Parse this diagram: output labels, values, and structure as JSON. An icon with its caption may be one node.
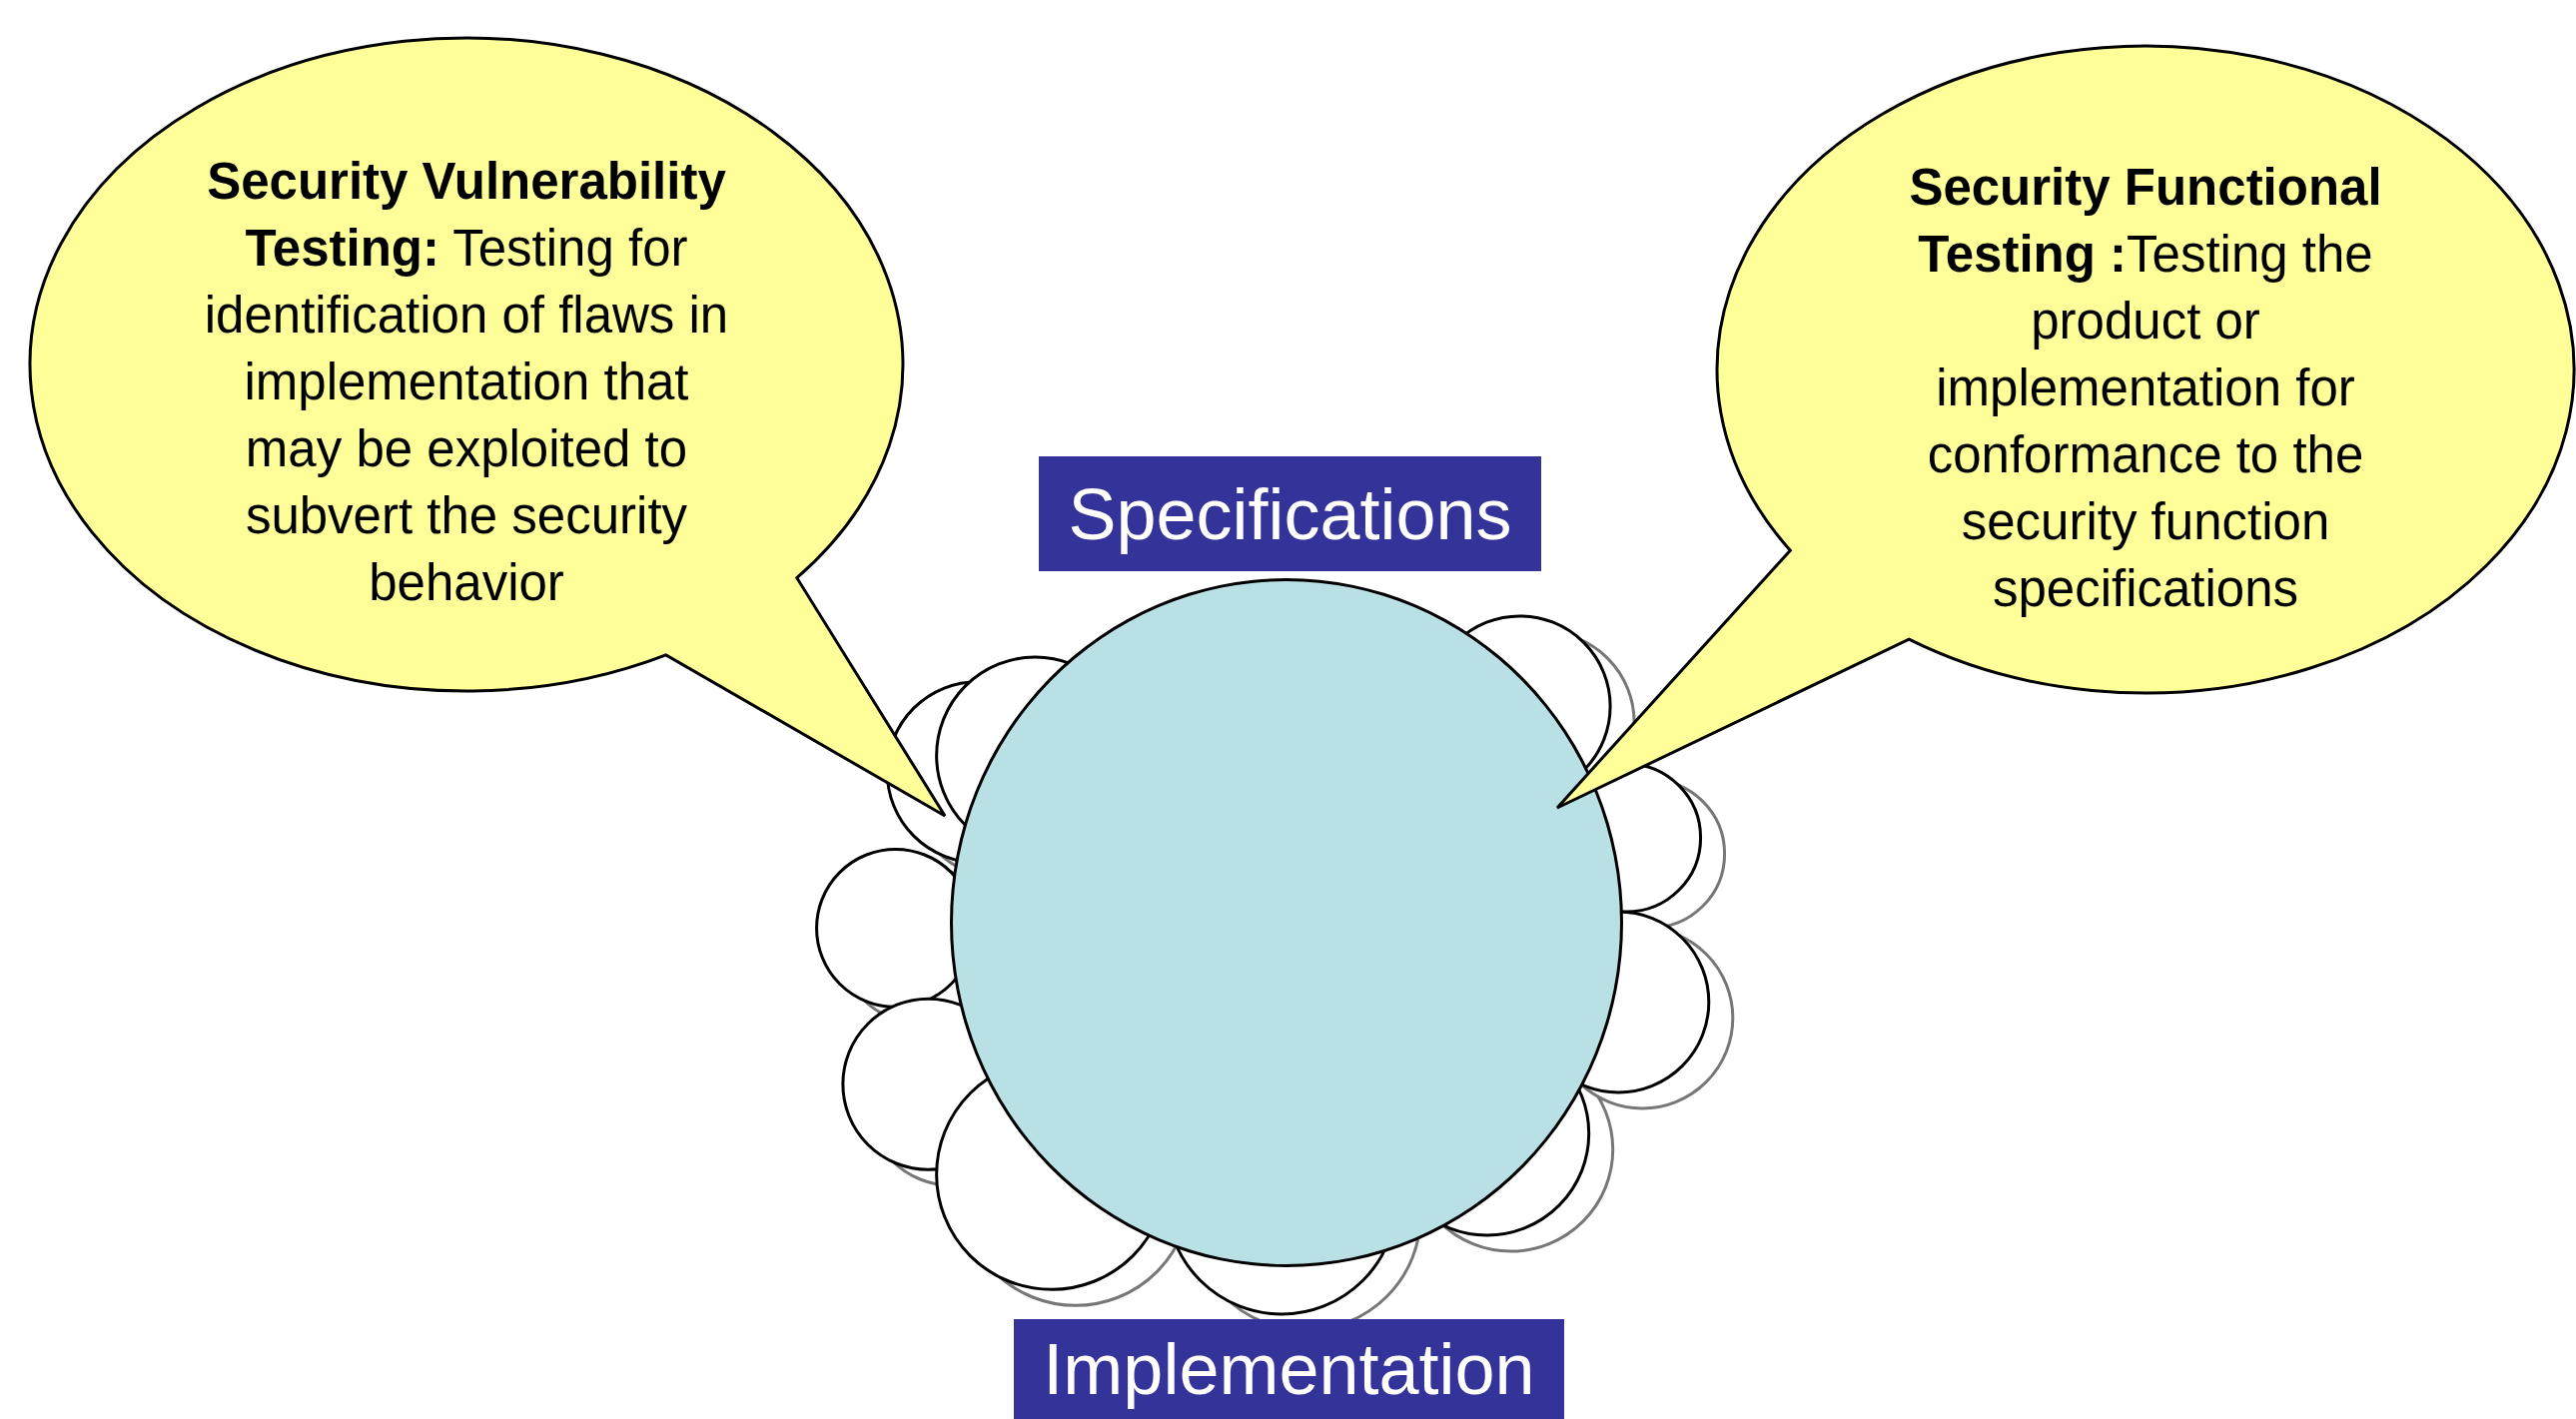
{
  "diagram": {
    "nodes": [
      {
        "text": [
          "**Security Vulnerability Testing:** Testing for identification of flaws in implementation that may be exploited to subvert the security behavior"
        ]
      },
      {
        "text": [
          "**Security Functional Testing :**Testing the product or implementation for conformance to the security function specifications"
        ]
      },
      {
        "text": [
          "Specifications"
        ]
      },
      {
        "text": [],
        "shape": "circle"
      },
      {
        "text": [
          "Implementation"
        ]
      }
    ]
  }
}
